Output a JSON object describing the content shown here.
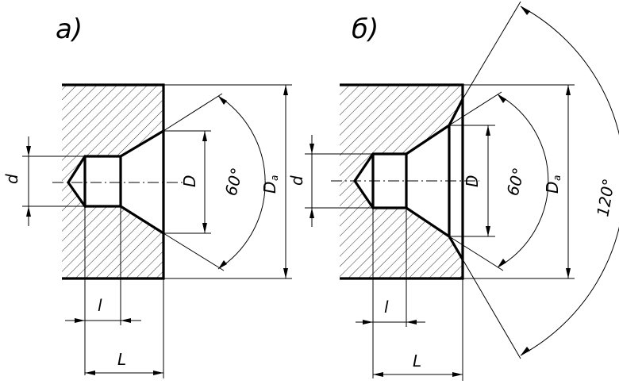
{
  "figures": [
    {
      "id": "a",
      "caption": "а)",
      "labels": {
        "d": "d",
        "D": "D",
        "Da": "D",
        "Da_sub": "a",
        "l": "l",
        "L": "L",
        "angle": "60°"
      }
    },
    {
      "id": "b",
      "caption": "б)",
      "labels": {
        "d": "d",
        "D": "D",
        "Da": "D",
        "Da_sub": "a",
        "l": "l",
        "L": "L",
        "angle": "60°",
        "angle2": "120°"
      }
    }
  ]
}
